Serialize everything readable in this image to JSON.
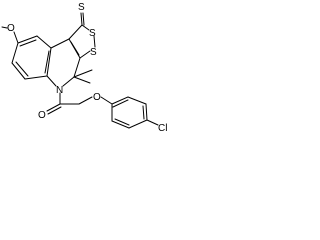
{
  "molecule": {
    "atom_labels": {
      "thione_s": "S",
      "ring_s1": "S",
      "ring_s2": "S",
      "methoxy_o": "O",
      "ring_n": "N",
      "carbonyl_o": "O",
      "ether_o": "O",
      "chloro": "Cl"
    },
    "colors": {
      "bond": "#000000",
      "text": "#000000",
      "background": "#ffffff"
    }
  }
}
